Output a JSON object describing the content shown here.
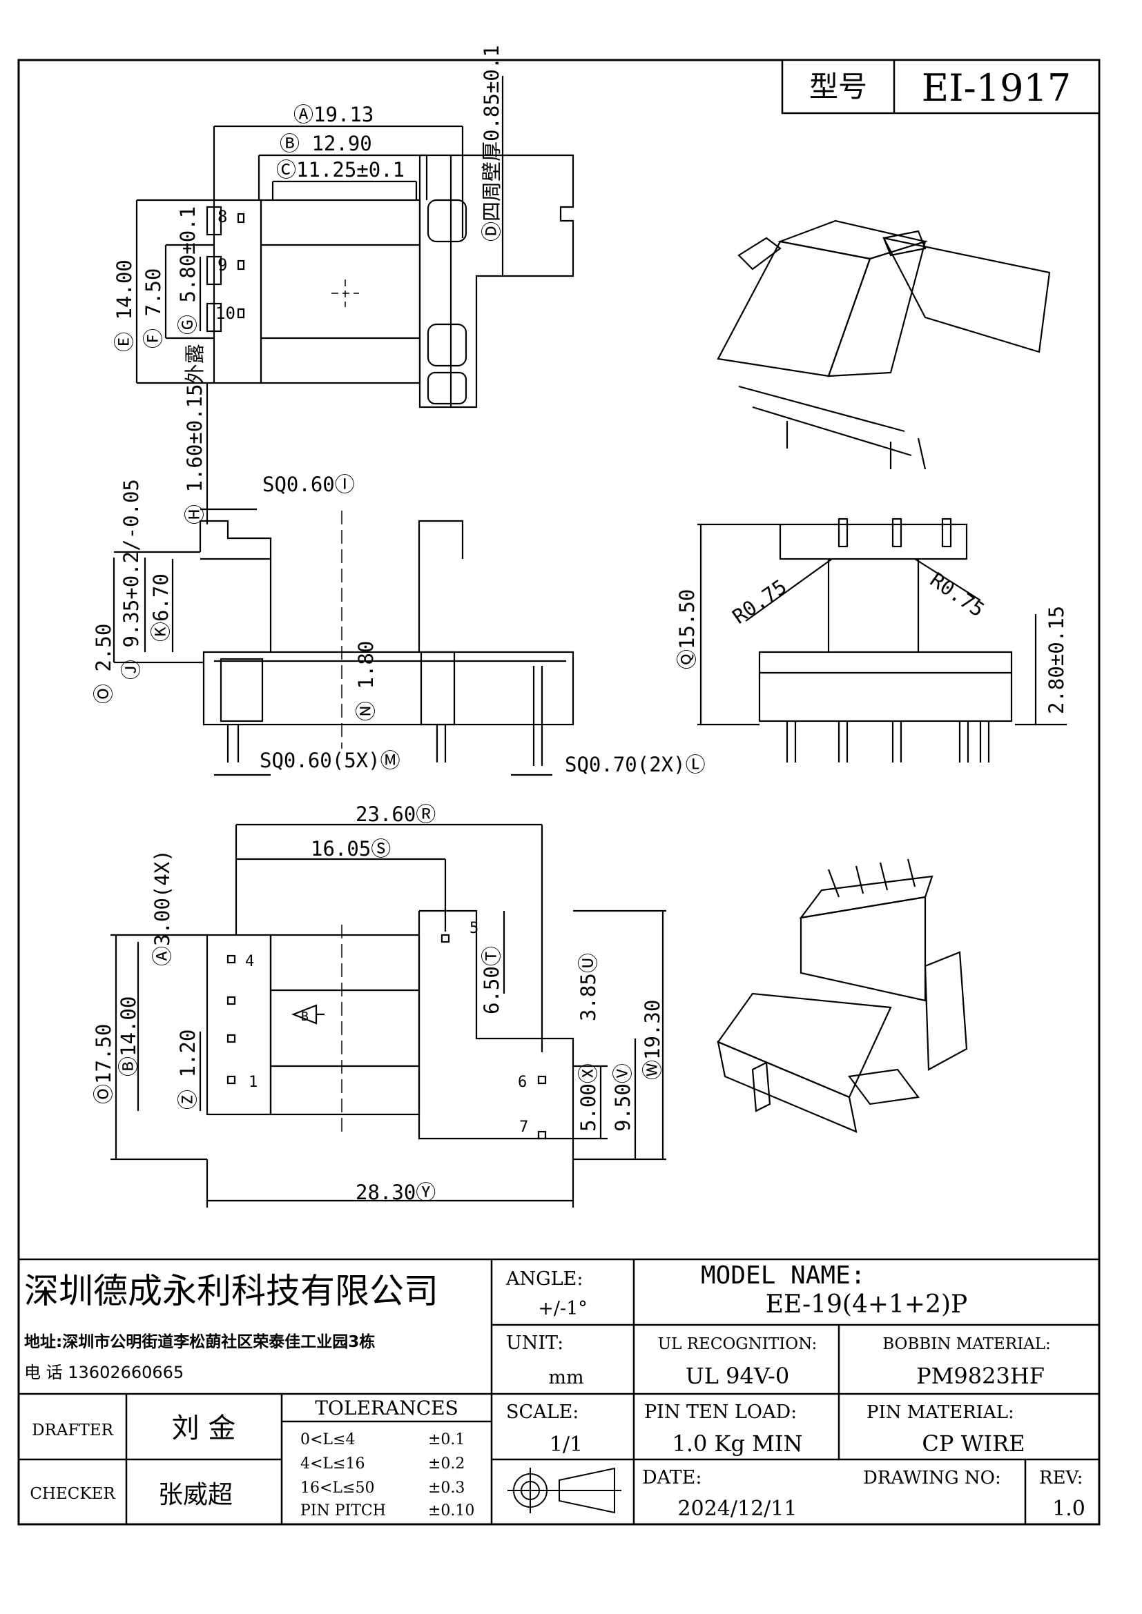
{
  "model_box": {
    "label": "型号",
    "value": "EI-1917"
  },
  "views": {
    "top": {
      "dim_a": "Ⓐ19.13",
      "dim_b": "Ⓑ 12.90",
      "dim_c": "Ⓒ11.25±0.1",
      "dim_d": "Ⓓ四周壁厚0.85±0.1",
      "dim_e": "Ⓔ 14.00",
      "dim_f": "Ⓕ 7.50",
      "dim_g": "Ⓖ 5.80±0.1",
      "dim_h": "Ⓗ 1.60±0.15外露",
      "pin_labels": [
        "8",
        "9",
        "10"
      ]
    },
    "front": {
      "dim_i": "SQ0.60Ⓘ",
      "dim_j": "Ⓙ 9.35+0.2/-0.05",
      "dim_k": "Ⓚ6.70",
      "dim_o": "Ⓞ 2.50",
      "dim_n": "Ⓝ 1.80",
      "dim_m": "SQ0.60(5X)Ⓜ",
      "dim_l": "SQ0.70(2X)Ⓛ"
    },
    "side": {
      "dim_q": "Ⓠ15.50",
      "dim_r1": "R0.75",
      "dim_r2": "R0.75",
      "dim_p": "2.80±0.15"
    },
    "bottom": {
      "dim_r": "23.60Ⓡ",
      "dim_s": "16.05Ⓢ",
      "dim_a4": "Ⓐ3.00(4X)",
      "dim_t": "6.50Ⓣ",
      "dim_u": "3.85Ⓤ",
      "dim_w": "Ⓦ19.30",
      "dim_v": "9.50Ⓥ",
      "dim_x": "5.00Ⓧ",
      "dim_17": "Ⓞ17.50",
      "dim_14": "Ⓑ14.00",
      "dim_z": "Ⓩ 1.20",
      "dim_y": "28.30Ⓨ",
      "marker": "B",
      "pin_labels": [
        "4",
        "1",
        "5",
        "6",
        "7"
      ]
    }
  },
  "title_block": {
    "company": "深圳德成永利科技有限公司",
    "address": "地址:深圳市公明街道李松蓢社区荣泰佳工业园3栋",
    "phone": "电 话 13602660665",
    "angle_label": "ANGLE:",
    "angle_value": "+/-1°",
    "model_name_label": "MODEL NAME:",
    "model_name_value": "EE-19(4+1+2)P",
    "unit_label": "UNIT:",
    "unit_value": "mm",
    "ul_label": "UL RECOGNITION:",
    "ul_value": "UL 94V-0",
    "bobbin_label": "BOBBIN MATERIAL:",
    "bobbin_value": "PM9823HF",
    "drafter_label": "DRAFTER",
    "drafter_value": "刘 金",
    "checker_label": "CHECKER",
    "checker_value": "张威超",
    "tolerances_label": "TOLERANCES",
    "tolerances": [
      {
        "range": "0<L≤4",
        "value": "±0.1"
      },
      {
        "range": "4<L≤16",
        "value": "±0.2"
      },
      {
        "range": "16<L≤50",
        "value": "±0.3"
      },
      {
        "range": "PIN PITCH",
        "value": "±0.10"
      }
    ],
    "scale_label": "SCALE:",
    "scale_value": "1/1",
    "pin_load_label": "PIN TEN LOAD:",
    "pin_load_value": "1.0 Kg MIN",
    "pin_material_label": "PIN MATERIAL:",
    "pin_material_value": "CP WIRE",
    "date_label": "DATE:",
    "date_value": "2024/12/11",
    "drawing_no_label": "DRAWING NO:",
    "drawing_no_value": "",
    "rev_label": "REV:",
    "rev_value": "1.0"
  }
}
